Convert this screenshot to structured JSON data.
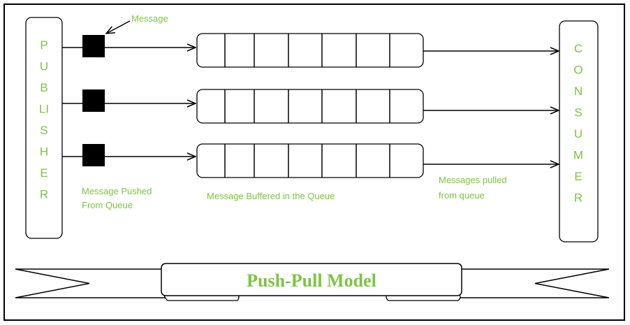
{
  "publisher": {
    "letters": [
      "P",
      "U",
      "B",
      "LI",
      "S",
      "H",
      "E",
      "R"
    ]
  },
  "consumer": {
    "letters": [
      "C",
      "O",
      "N",
      "S",
      "U",
      "M",
      "E",
      "R"
    ]
  },
  "labels": {
    "message": "Message",
    "pushed_line1": "Message Pushed",
    "pushed_line2": "From Queue",
    "buffered": "Message Buffered in the Queue",
    "pulled_line1": "Messages pulled",
    "pulled_line2": "from queue"
  },
  "banner": {
    "title": "Push-Pull Model"
  },
  "colors": {
    "text_accent": "#7cc443",
    "stroke": "#000000",
    "message_block": "#000000"
  }
}
